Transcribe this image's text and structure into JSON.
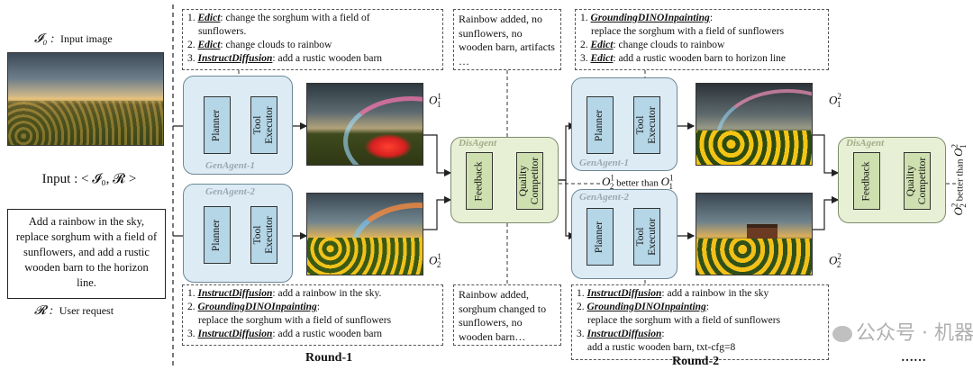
{
  "left": {
    "input_image_symbol": "𝓘₀ :",
    "input_image_label": "Input image",
    "input_expr": "Input : < 𝓘₀, 𝓡 >",
    "request_text": "Add a rainbow in the sky, replace sorghum with a field of sunflowers, and add a rustic wooden barn to the horizon line.",
    "request_symbol": "𝓡 :",
    "request_label": "User request"
  },
  "round1": {
    "label": "Round-1",
    "plan_top": [
      {
        "num": "1. ",
        "tool": "Edict",
        "text": ": change the sorghum with a field of"
      },
      {
        "num": "",
        "tool": "",
        "text": "sunflowers."
      },
      {
        "num": "2. ",
        "tool": "Edict",
        "text": ": change clouds to rainbow"
      },
      {
        "num": "3. ",
        "tool": "InstructDiffusion",
        "text": ": add a rustic wooden barn"
      }
    ],
    "plan_bottom": [
      {
        "num": "1. ",
        "tool": "InstructDiffusion",
        "text": ": add a rainbow in the sky."
      },
      {
        "num": "2. ",
        "tool": "GroundingDINOInpainting",
        "text": ":"
      },
      {
        "num": "",
        "tool": "",
        "text": "replace the sorghum with a field of sunflowers"
      },
      {
        "num": "3. ",
        "tool": "InstructDiffusion",
        "text": ": add a rustic wooden barn"
      }
    ],
    "feedback_top": "Rainbow added, no sunflowers, no wooden barn, artifacts …",
    "feedback_bottom": "Rainbow added, sorghum changed to sunflowers, no wooden barn…",
    "genagent1": "GenAgent-1",
    "genagent2": "GenAgent-2",
    "disagent": "DisAgent",
    "planner": "Planner",
    "tool_executor": "Tool Executor",
    "feedback": "Feedback",
    "quality_competitor": "Quality Competitor",
    "verdict": "better than"
  },
  "round2": {
    "label": "Round-2",
    "plan_top": [
      {
        "num": "1. ",
        "tool": "GroundingDINOInpainting",
        "text": ":"
      },
      {
        "num": "",
        "tool": "",
        "text": "replace the sorghum with a field of sunflowers"
      },
      {
        "num": "2. ",
        "tool": "Edict",
        "text": ": change clouds to rainbow"
      },
      {
        "num": "3. ",
        "tool": "Edict",
        "text": ": add a rustic wooden barn to horizon line"
      }
    ],
    "plan_bottom": [
      {
        "num": "1. ",
        "tool": "InstructDiffusion",
        "text": ": add a rainbow in the sky"
      },
      {
        "num": "2. ",
        "tool": "GroundingDINOInpainting",
        "text": ":"
      },
      {
        "num": "",
        "tool": "",
        "text": "replace the sorghum with a field of sunflowers"
      },
      {
        "num": "3. ",
        "tool": "InstructDiffusion",
        "text": ":"
      },
      {
        "num": "",
        "tool": "",
        "text": "add a rustic wooden barn, txt-cfg=8"
      }
    ],
    "verdict": "better than",
    "continuation": "……"
  },
  "watermark": "公众号 · 机器感知"
}
